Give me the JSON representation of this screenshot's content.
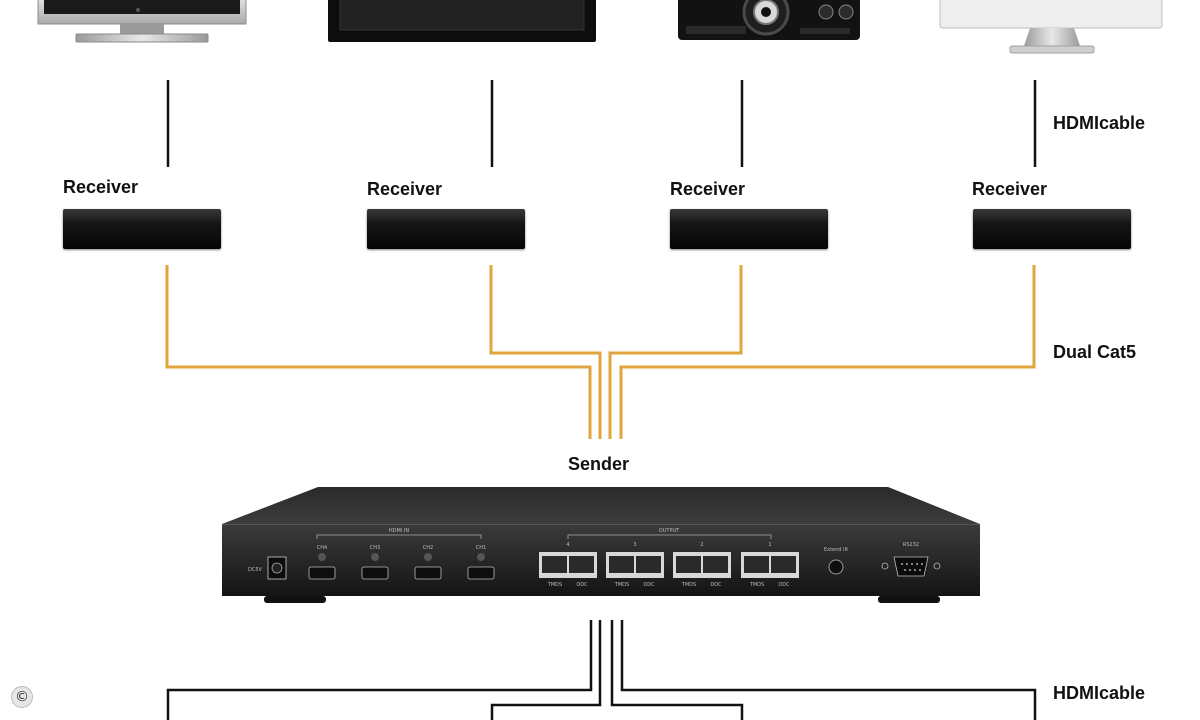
{
  "labels": {
    "hdmi_cable_top": "HDMIcable",
    "dual_cat5": "Dual Cat5",
    "sender": "Sender",
    "hdmi_cable_bottom": "HDMIcable"
  },
  "receivers": [
    {
      "label": "Receiver"
    },
    {
      "label": "Receiver"
    },
    {
      "label": "Receiver"
    },
    {
      "label": "Receiver"
    }
  ],
  "displays": [
    {
      "icon": "tv-icon"
    },
    {
      "icon": "flat-screen-icon"
    },
    {
      "icon": "projector-icon"
    },
    {
      "icon": "monitor-icon"
    }
  ],
  "sender_panel": {
    "hdmi_in_title": "HDMI IN",
    "hdmi_in_ports": [
      "CH4",
      "CH3",
      "CH2",
      "CH1"
    ],
    "output_title": "OUTPUT",
    "output_groups": [
      "4",
      "3",
      "2",
      "1"
    ],
    "port_captions": [
      "TMDS",
      "DDC"
    ],
    "power_label": "DC5V",
    "extra_in_label": "Extend IR",
    "serial_label": "RS232"
  },
  "copyright_symbol": "©",
  "colors": {
    "cat5_cable": "#e0a53c",
    "hdmi_cable": "#111111",
    "device_body": "#1b1b1b"
  }
}
